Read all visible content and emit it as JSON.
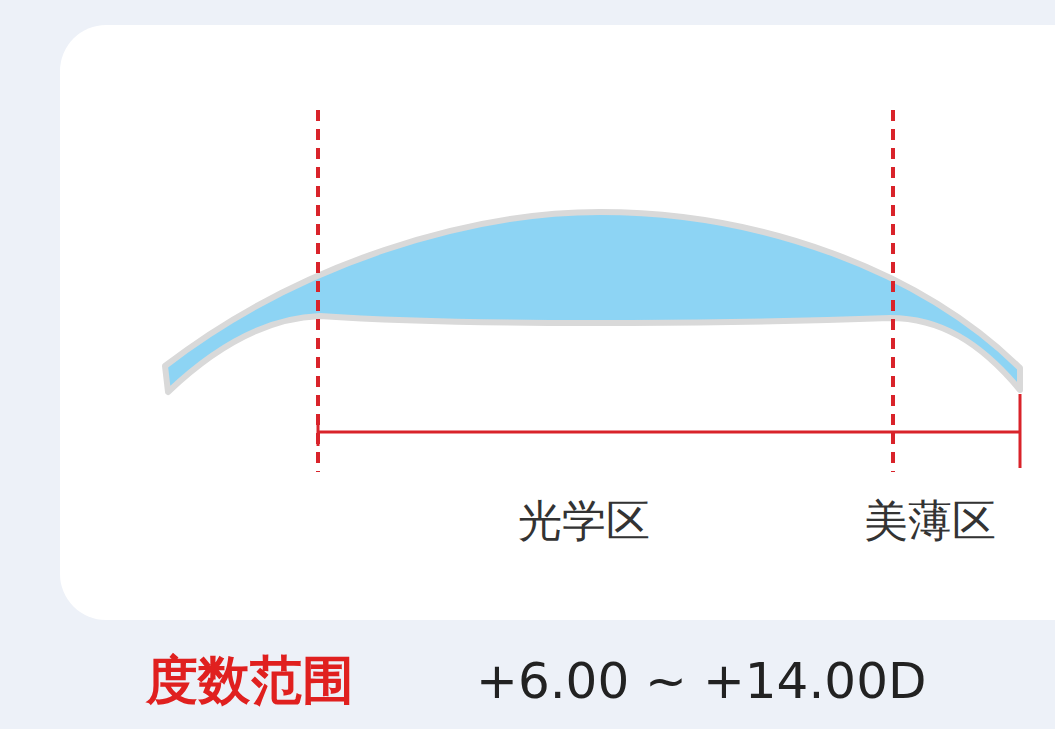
{
  "diagram": {
    "labels": [
      "光学区",
      "美薄区",
      "度数范围",
      "+6.00 ~ +14.00D"
    ]
  }
}
